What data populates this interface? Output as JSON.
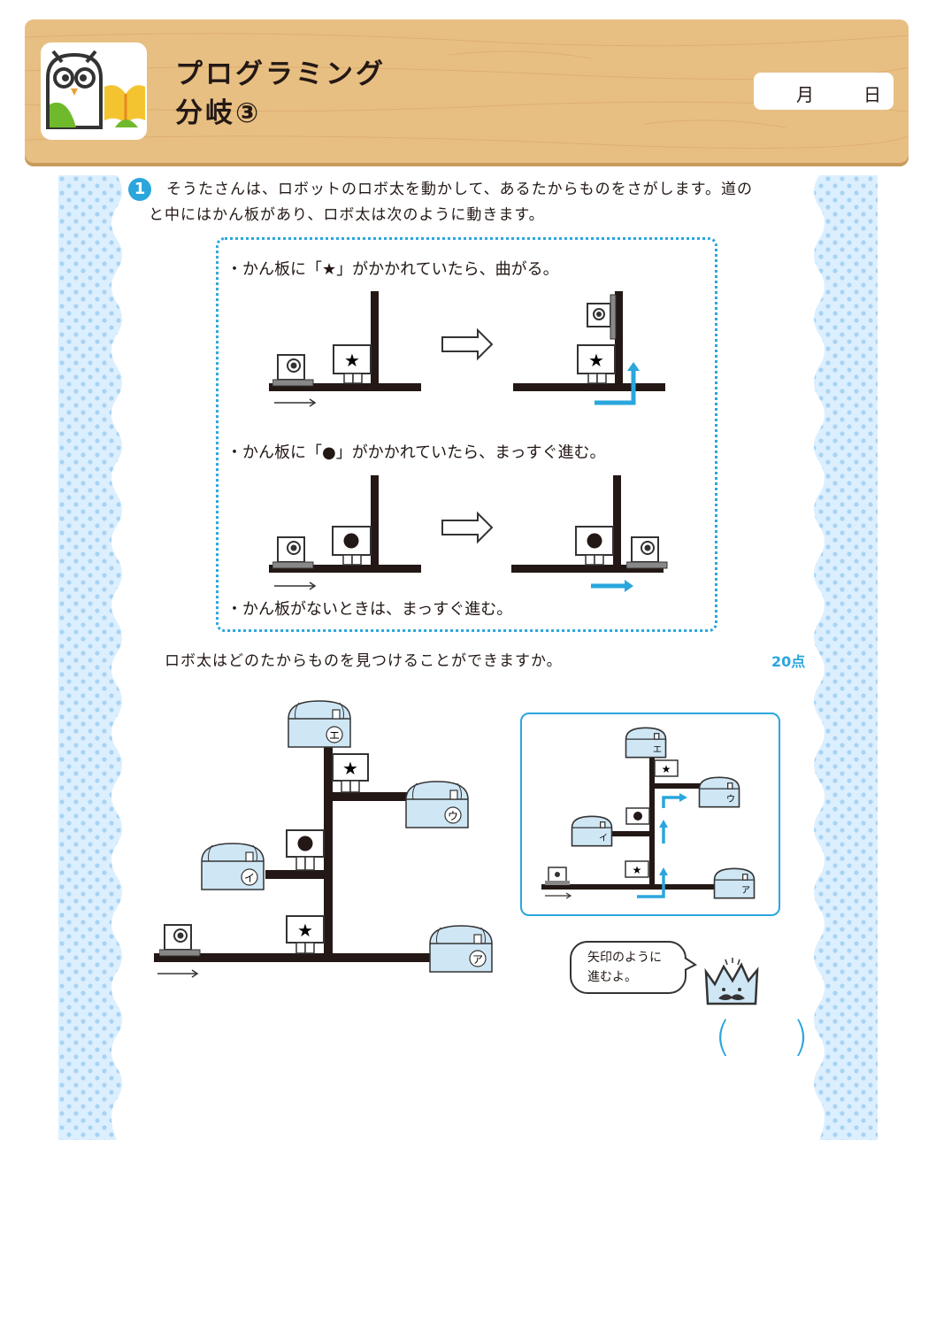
{
  "header": {
    "title_line1": "プログラミング",
    "title_line2": "分岐③",
    "month_label": "月",
    "day_label": "日"
  },
  "question": {
    "number": "1",
    "text_line1": "そうたさんは、ロボットのロボ太を動かして、あるたからものをさがします。道の",
    "text_line2": "と中にはかん板があり、ロボ太は次のように動きます。"
  },
  "rules": {
    "rule1": "・かん板に「★」がかかれていたら、曲がる。",
    "rule2": "・かん板に「●」がかかれていたら、まっすぐ進む。",
    "rule3": "・かん板がないときは、まっすぐ進む。"
  },
  "prompt": "ロボ太はどのたからものを見つけることができますか。",
  "points": "20点",
  "chests": {
    "a": "ア",
    "i": "イ",
    "u": "ウ",
    "e": "エ"
  },
  "signs": {
    "star": "★",
    "circle": "●"
  },
  "speech_bubble": {
    "line1": "矢印のように",
    "line2": "進むよ。"
  },
  "colors": {
    "accent_blue": "#2aa6dd",
    "wood": "#e8bf82",
    "chest": "#cfe6f5",
    "dots_bg": "#dcefff"
  }
}
